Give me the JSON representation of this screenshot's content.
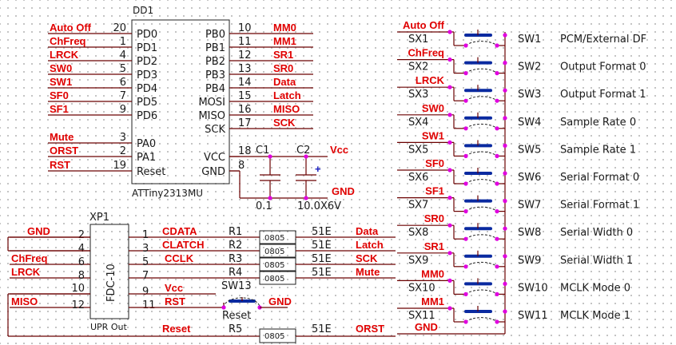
{
  "dd1": {
    "title": "DD1",
    "part": "ATTiny2313MU",
    "left_pins": [
      {
        "signal": "Auto Off",
        "num": "20",
        "name": "PD0"
      },
      {
        "signal": "ChFreq",
        "num": "1",
        "name": "PD1"
      },
      {
        "signal": "LRCK",
        "num": "4",
        "name": "PD2"
      },
      {
        "signal": "SW0",
        "num": "5",
        "name": "PD3"
      },
      {
        "signal": "SW1",
        "num": "6",
        "name": "PD4"
      },
      {
        "signal": "SF0",
        "num": "7",
        "name": "PD5"
      },
      {
        "signal": "SF1",
        "num": "9",
        "name": "PD6"
      },
      {
        "signal": "Mute",
        "num": "3",
        "name": "PA0"
      },
      {
        "signal": "ORST",
        "num": "2",
        "name": "PA1"
      },
      {
        "signal": "RST",
        "num": "19",
        "name": "Reset"
      }
    ],
    "right_pins": [
      {
        "name": "PB0",
        "num": "10",
        "signal": "MM0"
      },
      {
        "name": "PB1",
        "num": "11",
        "signal": "MM1"
      },
      {
        "name": "PB2",
        "num": "12",
        "signal": "SR1"
      },
      {
        "name": "PB3",
        "num": "13",
        "signal": "SR0"
      },
      {
        "name": "PB4",
        "num": "14",
        "signal": "Data"
      },
      {
        "name": "MOSI",
        "num": "15",
        "signal": "Latch"
      },
      {
        "name": "MISO",
        "num": "16",
        "signal": "MISO"
      },
      {
        "name": "SCK",
        "num": "17",
        "signal": "SCK"
      },
      {
        "name": "VCC",
        "num": "18",
        "signal": ""
      },
      {
        "name": "GND",
        "num": "8",
        "signal": ""
      }
    ]
  },
  "caps": {
    "c1": {
      "name": "C1",
      "value": "0.1"
    },
    "c2": {
      "name": "C2",
      "value": "10.0X6V"
    },
    "vcc": "Vcc",
    "gnd": "GND",
    "plus": "+"
  },
  "switches": [
    {
      "signal": "Auto Off",
      "sx": "SX1",
      "sw": "SW1",
      "desc": "PCM/External DF"
    },
    {
      "signal": "ChFreq",
      "sx": "SX2",
      "sw": "SW2",
      "desc": "Output Format 0"
    },
    {
      "signal": "LRCK",
      "sx": "SX3",
      "sw": "SW3",
      "desc": "Output Format 1"
    },
    {
      "signal": "SW0",
      "sx": "SX4",
      "sw": "SW4",
      "desc": "Sample Rate 0"
    },
    {
      "signal": "SW1",
      "sx": "SX5",
      "sw": "SW5",
      "desc": "Sample Rate 1"
    },
    {
      "signal": "SF0",
      "sx": "SX6",
      "sw": "SW6",
      "desc": "Serial Format 0"
    },
    {
      "signal": "SF1",
      "sx": "SX7",
      "sw": "SW7",
      "desc": "Serial Format 1"
    },
    {
      "signal": "SR0",
      "sx": "SX8",
      "sw": "SW8",
      "desc": "Serial Width 0"
    },
    {
      "signal": "SR1",
      "sx": "SX9",
      "sw": "SW9",
      "desc": "Serial Width 1"
    },
    {
      "signal": "MM0",
      "sx": "SX10",
      "sw": "SW10",
      "desc": "MCLK Mode 0"
    },
    {
      "signal": "MM1",
      "sx": "SX11",
      "sw": "SW11",
      "desc": "MCLK Mode 1"
    }
  ],
  "switch_gnd": "GND",
  "xp1": {
    "title": "XP1",
    "part": "FDC-10",
    "bottom": "UPR Out",
    "left_pins": [
      {
        "signal": "GND",
        "num": "2"
      },
      {
        "signal": "",
        "num": "4"
      },
      {
        "signal": "ChFreq",
        "num": "6"
      },
      {
        "signal": "LRCK",
        "num": "8"
      },
      {
        "signal": "",
        "num": "10"
      },
      {
        "signal": "MISO",
        "num": "12"
      }
    ],
    "right_pins": [
      {
        "num": "1",
        "signal": "CDATA"
      },
      {
        "num": "3",
        "signal": "CLATCH"
      },
      {
        "num": "5",
        "signal": "CCLK"
      },
      {
        "num": "7",
        "signal": ""
      },
      {
        "num": "9",
        "signal": "Vcc"
      },
      {
        "num": "11",
        "signal": "RST"
      }
    ]
  },
  "resistors": [
    {
      "ref": "R1",
      "pkg": "0805",
      "value": "51E",
      "signal": "Data"
    },
    {
      "ref": "R2",
      "pkg": "0805",
      "value": "51E",
      "signal": "Latch"
    },
    {
      "ref": "R3",
      "pkg": "0805",
      "value": "51E",
      "signal": "SCK"
    },
    {
      "ref": "R4",
      "pkg": "0805",
      "value": "51E",
      "signal": "Mute"
    }
  ],
  "r5": {
    "ref": "R5",
    "pkg": "0805",
    "value": "51E",
    "signal": "ORST",
    "in": "Reset"
  },
  "sw13": {
    "ref": "SW13",
    "label": "Reset",
    "gnd": "GND"
  }
}
